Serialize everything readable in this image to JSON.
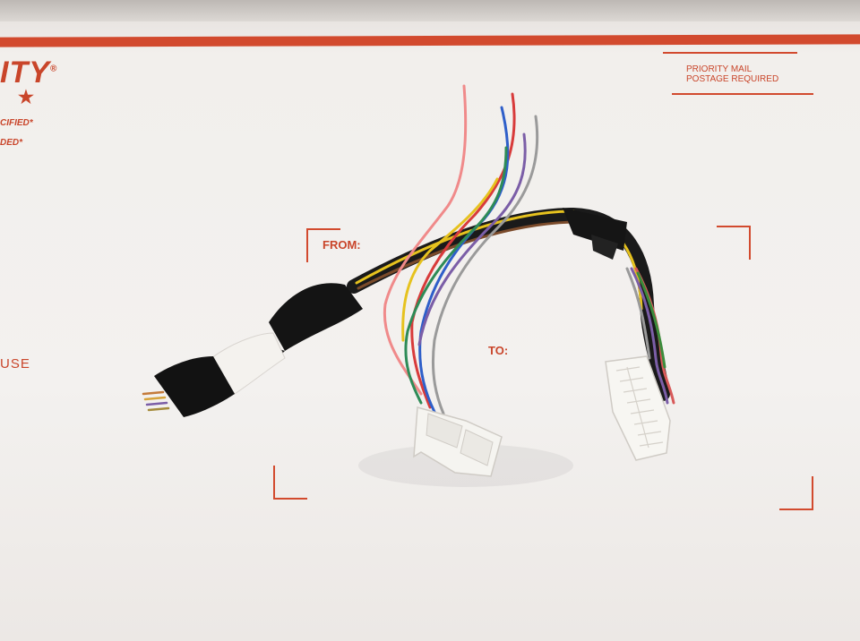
{
  "scene": {
    "description_free": true,
    "mailer": {
      "brand_partial": "ITY",
      "registered_mark": "®",
      "star": "★",
      "certified_partial": "CIFIED*",
      "insured_partial": "DED*",
      "use_partial": "USE",
      "postage_line1": "PRIORITY MAIL",
      "postage_line2": "POSTAGE REQUIRED",
      "from_label": "FROM:",
      "to_label": "TO:"
    },
    "colors": {
      "mailer_red": "#d24a2e",
      "tape_black": "#141414",
      "tape_white": "#f4f2ee",
      "connector_white": "#f5f4f0"
    }
  }
}
